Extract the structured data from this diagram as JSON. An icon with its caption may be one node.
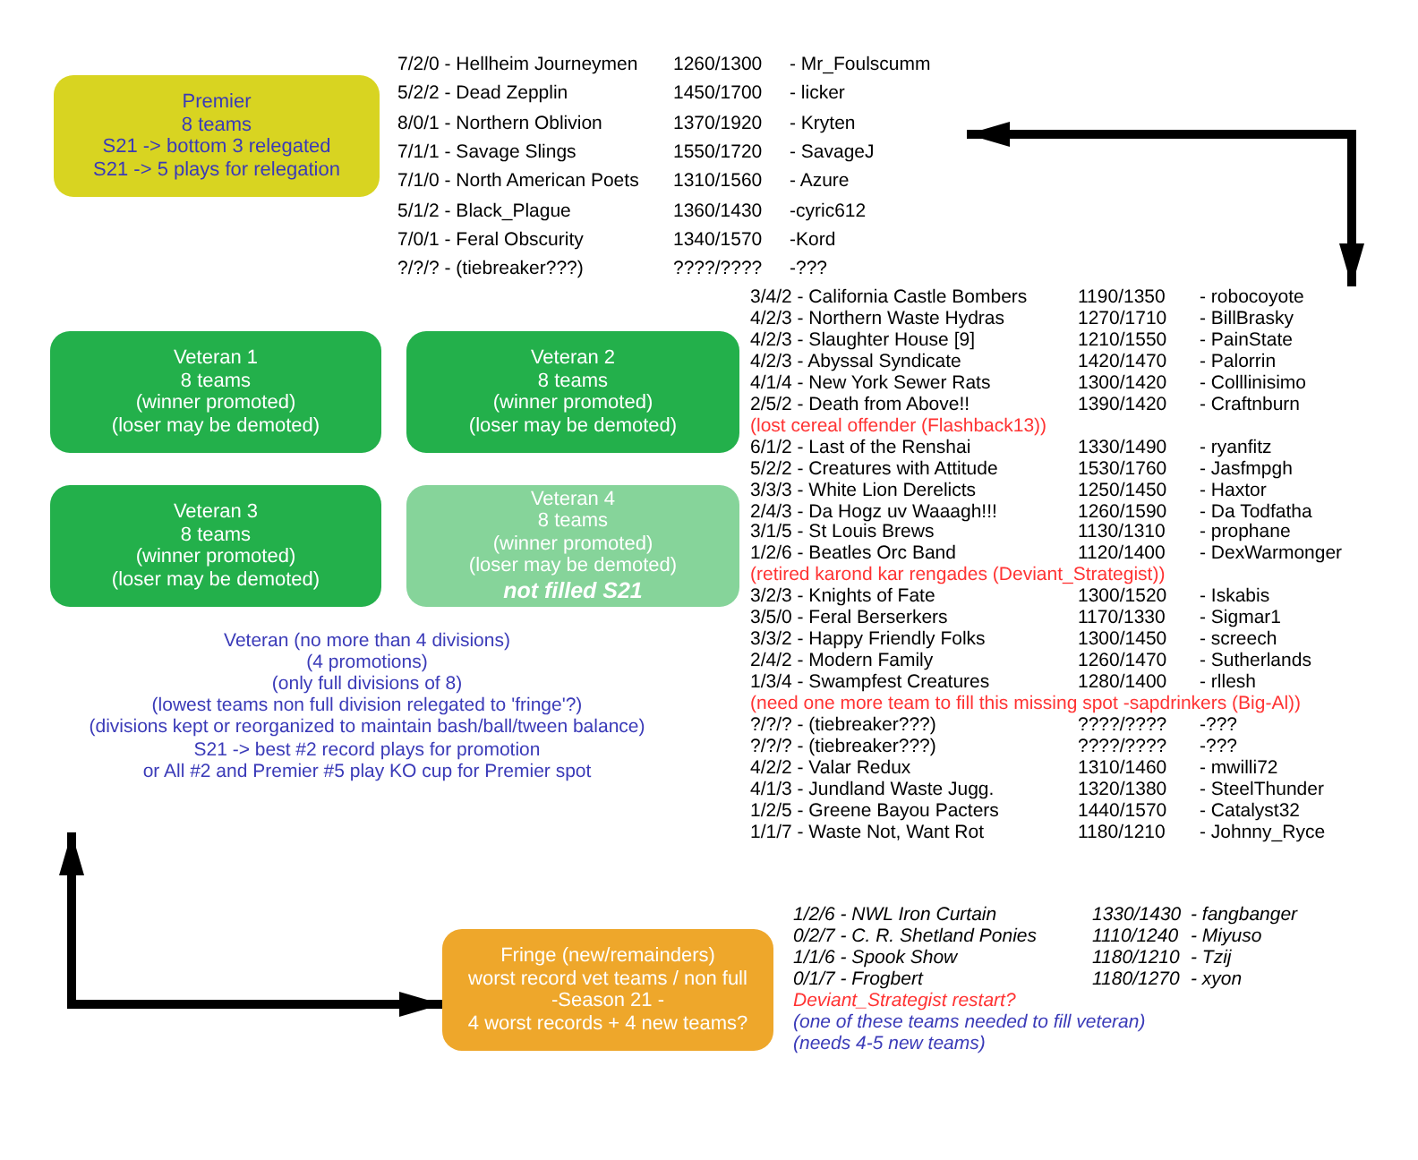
{
  "diagram": {
    "nodes": [
      {
        "text": [
          "Premier",
          "8 teams",
          "S21 -> bottom 3 relegated",
          "S21 -> 5 plays for relegation"
        ]
      },
      {
        "text": [
          "7/2/0 - Hellheim Journeymen",
          "1260/1300",
          "- Mr_Foulscumm",
          "5/2/2 - Dead Zepplin",
          "1450/1700",
          "- licker",
          "8/0/1 - Northern Oblivion",
          "1370/1920",
          "- Kryten",
          "7/1/1 - Savage Slings",
          "1550/1720",
          "- SavageJ",
          "7/1/0 - North American Poets",
          "1310/1560",
          "- Azure",
          "5/1/2 - Black_Plague",
          "1360/1430",
          "-cyric612",
          "7/0/1 - Feral Obscurity",
          "1340/1570",
          "-Kord",
          "?/?/? - (tiebreaker???)",
          "????/????",
          "-???"
        ]
      },
      {
        "text": [
          "Veteran 1",
          "8 teams",
          "(winner promoted)",
          "(loser may be demoted)"
        ]
      },
      {
        "text": [
          "Veteran 2",
          "8 teams",
          "(winner promoted)",
          "(loser may be demoted)"
        ]
      },
      {
        "text": [
          "Veteran 3",
          "8 teams",
          "(winner promoted)",
          "(loser may be demoted)"
        ]
      },
      {
        "text": [
          "Veteran 4",
          "8 teams",
          "(winner promoted)",
          "(loser may be demoted)",
          "not filled S21"
        ]
      },
      {
        "text": [
          "3/4/2 - California Castle Bombers",
          "1190/1350",
          "- robocoyote",
          "4/2/3 - Northern Waste Hydras",
          "1270/1710",
          "- BillBrasky",
          "4/2/3 - Slaughter House [9]",
          "1210/1550",
          "- PainState",
          "4/2/3 - Abyssal Syndicate",
          "1420/1470",
          "- Palorrin",
          "4/1/4 - New York Sewer Rats",
          "1300/1420",
          "- Colllinisimo",
          "2/5/2 - Death from Above!!",
          "1390/1420",
          "- Craftnburn",
          "(lost cereal offender (Flashback13))",
          "6/1/2 - Last of the Renshai",
          "1330/1490",
          "- ryanfitz",
          "5/2/2 - Creatures with Attitude",
          "1530/1760",
          "- Jasfmpgh",
          "3/3/3 - White Lion Derelicts",
          "1250/1450",
          "- Haxtor",
          "2/4/3 - Da Hogz uv Waaagh!!!",
          "1260/1590",
          "- Da Todfatha",
          "3/1/5 - St Louis Brews",
          "1130/1310",
          "- prophane",
          "1/2/6 - Beatles Orc Band",
          "1120/1400",
          "- DexWarmonger",
          "(retired karond kar rengades (Deviant_Strategist))",
          "3/2/3 - Knights of Fate",
          "1300/1520",
          "- Iskabis",
          "3/5/0 - Feral Berserkers",
          "1170/1330",
          "- Sigmar1",
          "3/3/2 - Happy Friendly Folks",
          "1300/1450",
          "- screech",
          "2/4/2 - Modern Family",
          "1260/1470",
          "- Sutherlands",
          "1/3/4 - Swampfest Creatures",
          "1280/1400",
          "- rllesh",
          "(need one more team to fill this missing spot -sapdrinkers (Big-Al))",
          "?/?/? - (tiebreaker???)",
          "????/????",
          "-???",
          "?/?/? - (tiebreaker???)",
          "????/????",
          "-???",
          "4/2/2 - Valar Redux",
          "1310/1460",
          "- mwilli72",
          "4/1/3 - Jundland Waste Jugg.",
          "1320/1380",
          "- SteelThunder",
          "1/2/5 - Greene Bayou Pacters",
          "1440/1570",
          "- Catalyst32",
          "1/1/7 - Waste Not, Want Rot",
          "1180/1210",
          "- Johnny_Ryce"
        ]
      },
      {
        "text": [
          "Fringe (new/remainders)",
          "worst record vet teams / non full",
          "-Season 21 -",
          "4 worst records + 4 new teams?"
        ]
      },
      {
        "text": [
          "1/2/6 - NWL Iron Curtain",
          "1330/1430",
          "- fangbanger",
          "0/2/7 - C. R. Shetland Ponies",
          "1110/1240",
          "- Miyuso",
          "1/1/6 - Spook Show",
          "1180/1210",
          "- Tzij",
          "0/1/7 - Frogbert",
          "1180/1270",
          "- xyon",
          "Deviant_Strategist restart?",
          "(one of these teams needed to fill veteran)",
          "(needs 4-5 new teams)"
        ]
      }
    ],
    "edges": [
      {
        "from": 1,
        "to": 6,
        "arrow": "both"
      },
      {
        "from": null,
        "to": 7,
        "arrow": "both"
      }
    ],
    "labels": [
      "Veteran (no more than 4 divisions)",
      "(4 promotions)",
      "(only full divisions of 8)",
      "(lowest teams non full division relegated to 'fringe'?)",
      "(divisions kept or reorganized to maintain bash/ball/tween balance)",
      "S21 -> best #2 record plays for promotion",
      "or All #2 and Premier #5 play KO cup for Premier spot"
    ]
  }
}
